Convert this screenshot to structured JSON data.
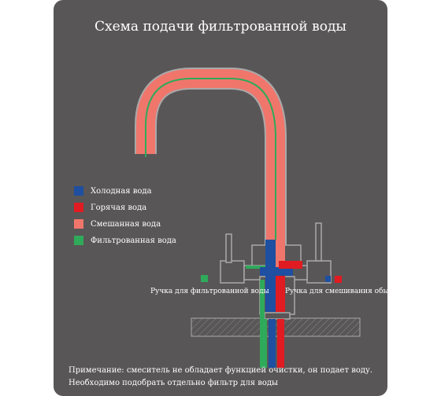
{
  "title": "Схема подачи фильтрованной воды",
  "legend": [
    {
      "label": "Холодная вода",
      "color": "#1e4fa0"
    },
    {
      "label": "Горячая вода",
      "color": "#e01b22"
    },
    {
      "label": "Смешанная вода",
      "color": "#f0766c"
    },
    {
      "label": "Фильтрованная вода",
      "color": "#2faa5a"
    }
  ],
  "handles": {
    "left_label": "Ручка для фильтрованной воды",
    "right_label": "Ручка для смешивания обычной воды"
  },
  "note": {
    "line1": "Примечание: смеситель не обладает функцией очистки, он подает воду.",
    "line2": "Необходимо подобрать отдельно фильтр для воды"
  },
  "colors": {
    "panel": "#595657",
    "outline": "#a9a9a9",
    "cold": "#1e4fa0",
    "hot": "#e01b22",
    "mixed": "#f0766c",
    "filtered": "#2faa5a"
  }
}
